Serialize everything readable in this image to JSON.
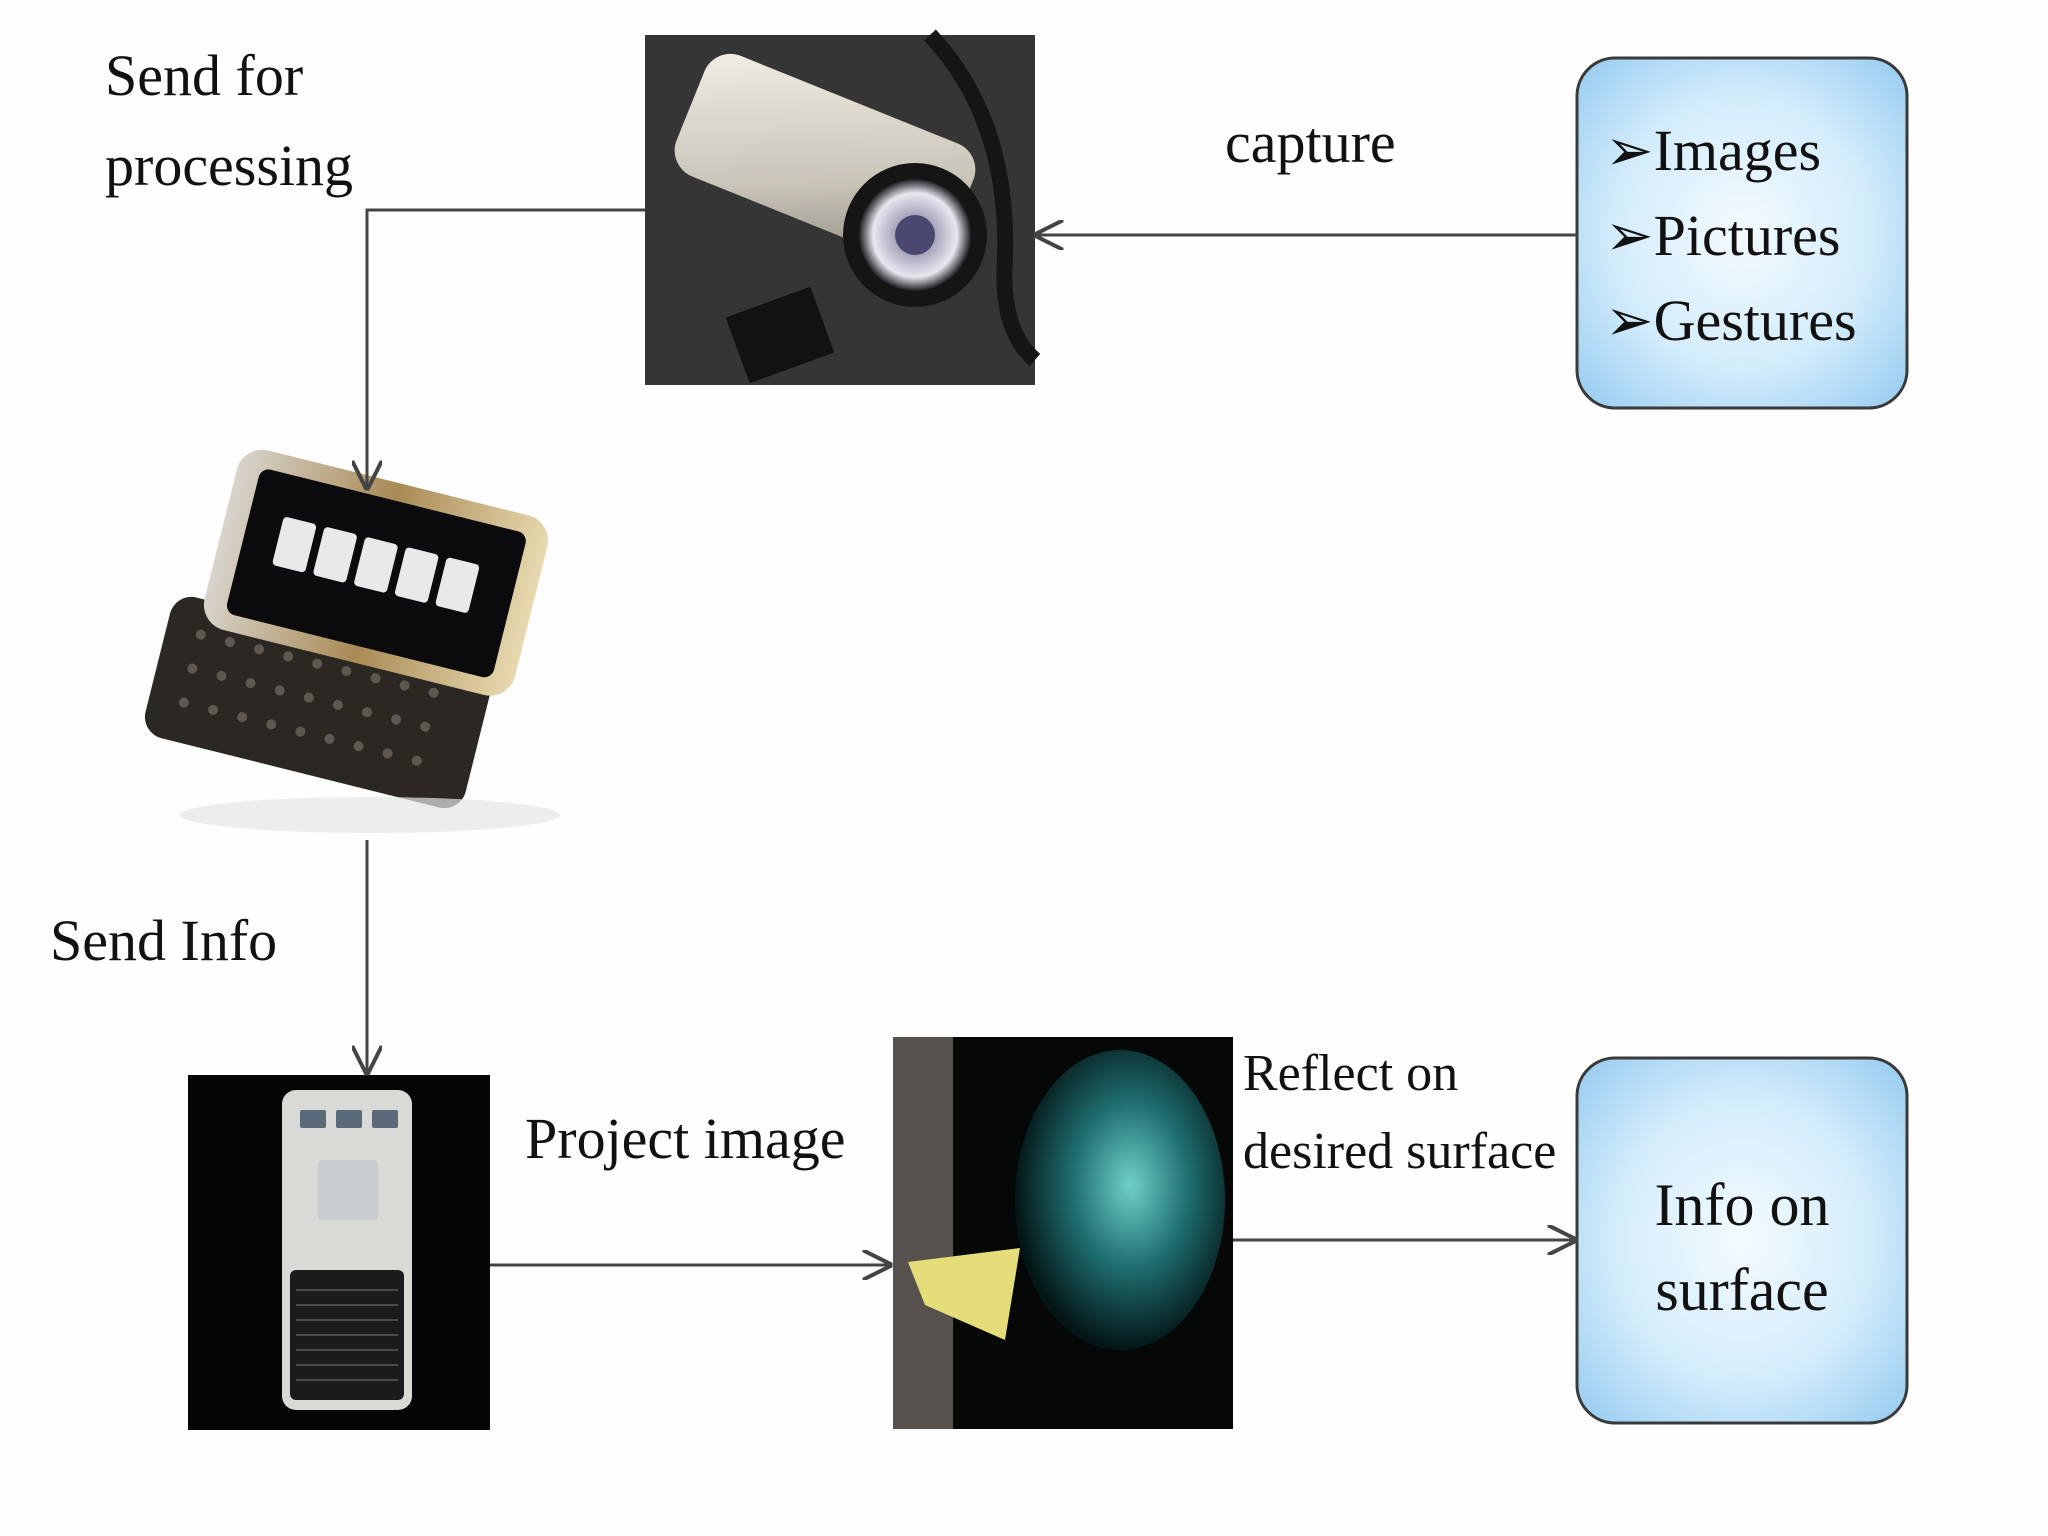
{
  "labels": {
    "send_for_processing_line1": "Send for",
    "send_for_processing_line2": "processing",
    "capture": "capture",
    "send_info": "Send Info",
    "project_image": "Project image",
    "reflect_line1": "Reflect on",
    "reflect_line2": "desired surface"
  },
  "input_box": {
    "items": [
      "Images",
      "Pictures",
      "Gestures"
    ],
    "bullet": "➢"
  },
  "output_box": {
    "line1": "Info on",
    "line2": "surface"
  },
  "images": {
    "camera": "webcam-photo",
    "phone": "smartphone-photo",
    "projector": "pico-projector-photo",
    "surface": "projected-surface-photo"
  },
  "colors": {
    "box_fill_center": "#e9f5fe",
    "box_fill_edge": "#a9d6f5",
    "box_stroke": "#3a3a3a",
    "arrow": "#444444"
  }
}
